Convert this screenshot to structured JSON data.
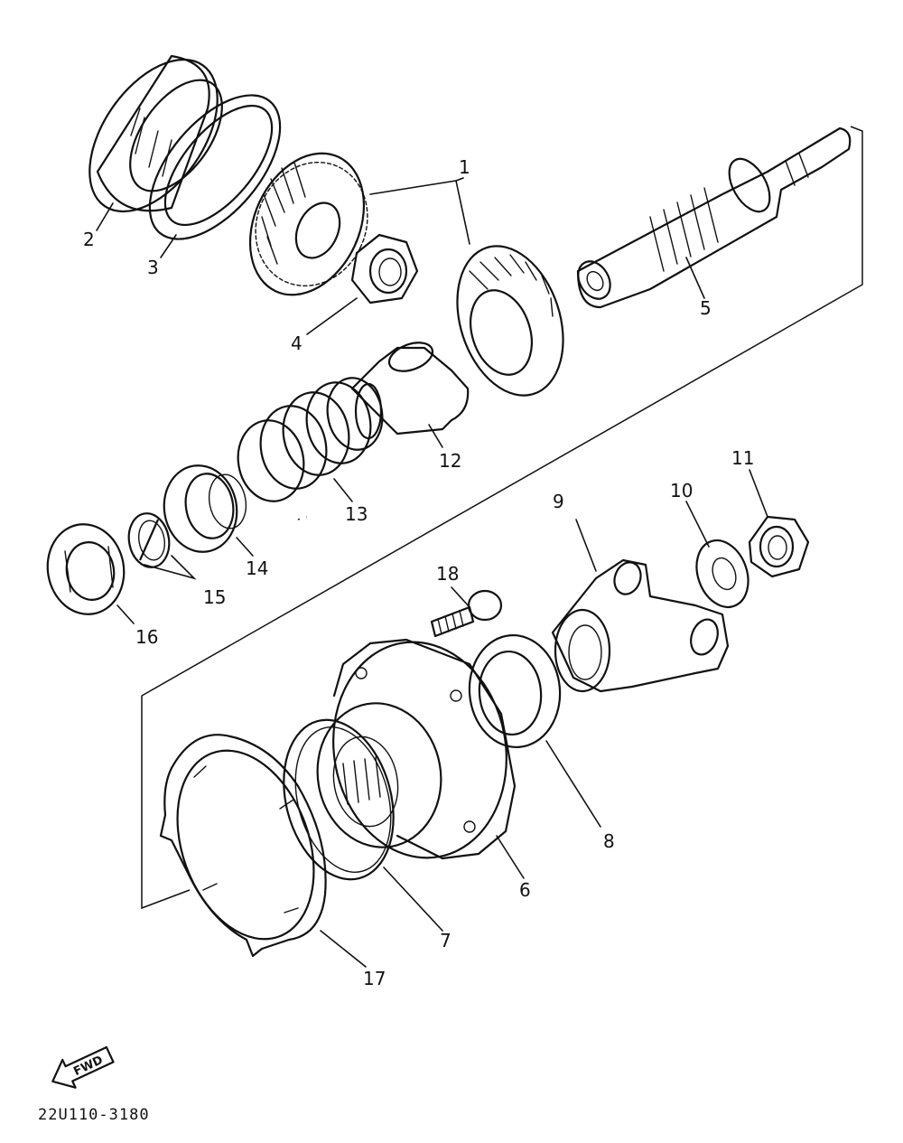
{
  "callouts": {
    "p1": "1",
    "p2": "2",
    "p3": "3",
    "p4": "4",
    "p5": "5",
    "p6": "6",
    "p7": "7",
    "p8": "8",
    "p9": "9",
    "p10": "10",
    "p11": "11",
    "p12": "12",
    "p13": "13",
    "p14": "14",
    "p15": "15",
    "p16": "16",
    "p17": "17",
    "p18": "18"
  },
  "direction_label": "FWD",
  "diagram_code": "22U110-3180"
}
